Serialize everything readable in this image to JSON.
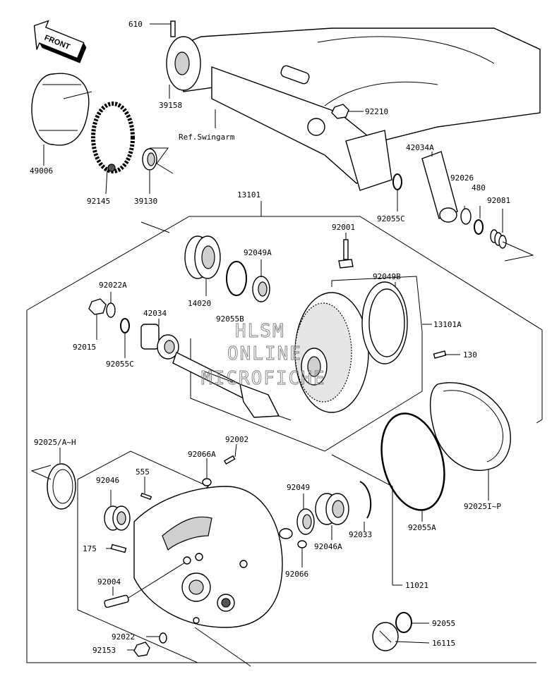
{
  "front_arrow": {
    "text": "FRONT"
  },
  "watermark": [
    "HLSM",
    "ONLINE",
    "MICROFICHE"
  ],
  "ref_label": "Ref.Swingarm",
  "labels": [
    {
      "id": "610",
      "text": "610"
    },
    {
      "id": "39158",
      "text": "39158"
    },
    {
      "id": "92210",
      "text": "92210"
    },
    {
      "id": "49006",
      "text": "49006"
    },
    {
      "id": "92145",
      "text": "92145"
    },
    {
      "id": "39130",
      "text": "39130"
    },
    {
      "id": "42034A",
      "text": "42034A"
    },
    {
      "id": "92026",
      "text": "92026"
    },
    {
      "id": "480",
      "text": "480"
    },
    {
      "id": "92081",
      "text": "92081"
    },
    {
      "id": "13101",
      "text": "13101"
    },
    {
      "id": "92055C-top",
      "text": "92055C"
    },
    {
      "id": "92001",
      "text": "92001"
    },
    {
      "id": "92049A",
      "text": "92049A"
    },
    {
      "id": "92049B",
      "text": "92049B"
    },
    {
      "id": "92022A",
      "text": "92022A"
    },
    {
      "id": "42034",
      "text": "42034"
    },
    {
      "id": "14020",
      "text": "14020"
    },
    {
      "id": "92055B",
      "text": "92055B"
    },
    {
      "id": "13101A",
      "text": "13101A"
    },
    {
      "id": "92015",
      "text": "92015"
    },
    {
      "id": "92055C-mid",
      "text": "92055C"
    },
    {
      "id": "130",
      "text": "130"
    },
    {
      "id": "92025AH",
      "text": "92025/A~H"
    },
    {
      "id": "92002",
      "text": "92002"
    },
    {
      "id": "92066A",
      "text": "92066A"
    },
    {
      "id": "92046",
      "text": "92046"
    },
    {
      "id": "555",
      "text": "555"
    },
    {
      "id": "92049",
      "text": "92049"
    },
    {
      "id": "92025IP",
      "text": "92025I~P"
    },
    {
      "id": "92046A",
      "text": "92046A"
    },
    {
      "id": "92033",
      "text": "92033"
    },
    {
      "id": "92055A",
      "text": "92055A"
    },
    {
      "id": "175",
      "text": "175"
    },
    {
      "id": "11021",
      "text": "11021"
    },
    {
      "id": "92066",
      "text": "92066"
    },
    {
      "id": "92004",
      "text": "92004"
    },
    {
      "id": "92055",
      "text": "92055"
    },
    {
      "id": "92022",
      "text": "92022"
    },
    {
      "id": "16115",
      "text": "16115"
    },
    {
      "id": "92153",
      "text": "92153"
    }
  ]
}
